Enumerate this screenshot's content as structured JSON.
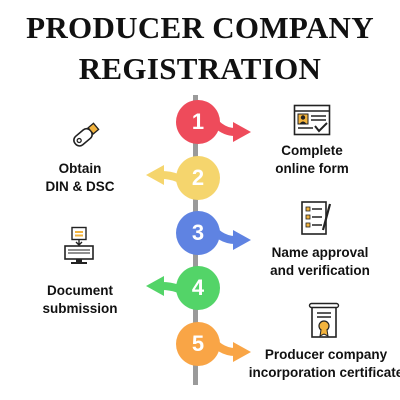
{
  "title": {
    "line1": "PRODUCER COMPANY",
    "line2": "REGISTRATION"
  },
  "colors": {
    "step1": "#ee4b5b",
    "step2": "#f5d56d",
    "step3": "#5f83e2",
    "step4": "#53d468",
    "step5": "#f9a546",
    "timeline": "#9a9a9a"
  },
  "steps": [
    {
      "number": "1",
      "side": "right",
      "label_lines": [
        "Complete",
        "online form"
      ],
      "icon": "online-form-icon"
    },
    {
      "number": "2",
      "side": "left",
      "label_lines": [
        "Obtain",
        "DIN & DSC"
      ],
      "icon": "usb-token-icon"
    },
    {
      "number": "3",
      "side": "right",
      "label_lines": [
        "Name approval",
        "and verification"
      ],
      "icon": "checklist-icon"
    },
    {
      "number": "4",
      "side": "left",
      "label_lines": [
        "Document",
        "submission"
      ],
      "icon": "document-upload-computer-icon"
    },
    {
      "number": "5",
      "side": "right",
      "label_lines": [
        "Producer company",
        "incorporation certificate"
      ],
      "icon": "certificate-icon"
    }
  ]
}
